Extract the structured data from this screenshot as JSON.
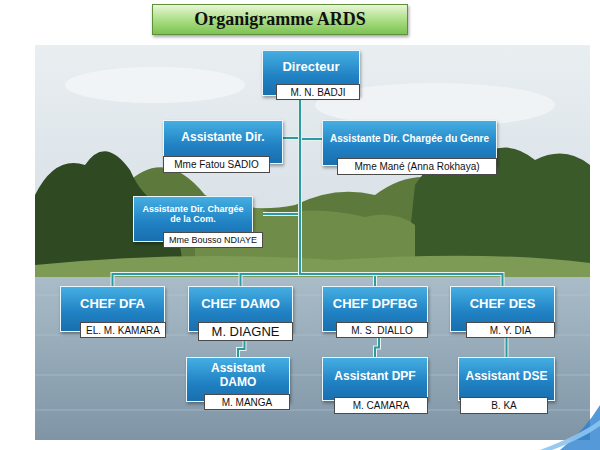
{
  "diagram": {
    "title": "Organigramme ARDS",
    "nodes": [
      {
        "text": [
          "Directeur",
          "M. N. BADJI"
        ]
      },
      {
        "text": [
          "Assistante Dir.",
          "Mme Fatou SADIO"
        ]
      },
      {
        "text": [
          "Assistante Dir. Chargée du Genre",
          "Mme Mané (Anna Rokhaya)"
        ]
      },
      {
        "text": [
          "Assistante Dir. Chargée de la Com.",
          "Mme Bousso NDIAYE"
        ]
      },
      {
        "text": [
          "CHEF DFA",
          "EL. M. KAMARA"
        ]
      },
      {
        "text": [
          "CHEF DAMO",
          "M. DIAGNE"
        ]
      },
      {
        "text": [
          "CHEF DPFBG",
          "M. S. DIALLO"
        ]
      },
      {
        "text": [
          "CHEF DES",
          "M. Y. DIA"
        ]
      },
      {
        "text": [
          "Assistant DAMO",
          "M. MANGA"
        ]
      },
      {
        "text": [
          "Assistant DPF",
          "M. CAMARA"
        ]
      },
      {
        "text": [
          "Assistant DSE",
          "B. KA"
        ]
      }
    ],
    "edges": [
      {
        "from": 0,
        "to": 1,
        "arrow": "none"
      },
      {
        "from": 0,
        "to": 2,
        "arrow": "none"
      },
      {
        "from": 0,
        "to": 3,
        "arrow": "none"
      },
      {
        "from": 0,
        "to": 4,
        "arrow": "none"
      },
      {
        "from": 0,
        "to": 5,
        "arrow": "none"
      },
      {
        "from": 0,
        "to": 6,
        "arrow": "none"
      },
      {
        "from": 0,
        "to": 7,
        "arrow": "none"
      },
      {
        "from": 5,
        "to": 8,
        "arrow": "none"
      },
      {
        "from": 6,
        "to": 9,
        "arrow": "none"
      },
      {
        "from": 7,
        "to": 10,
        "arrow": "none"
      }
    ]
  }
}
